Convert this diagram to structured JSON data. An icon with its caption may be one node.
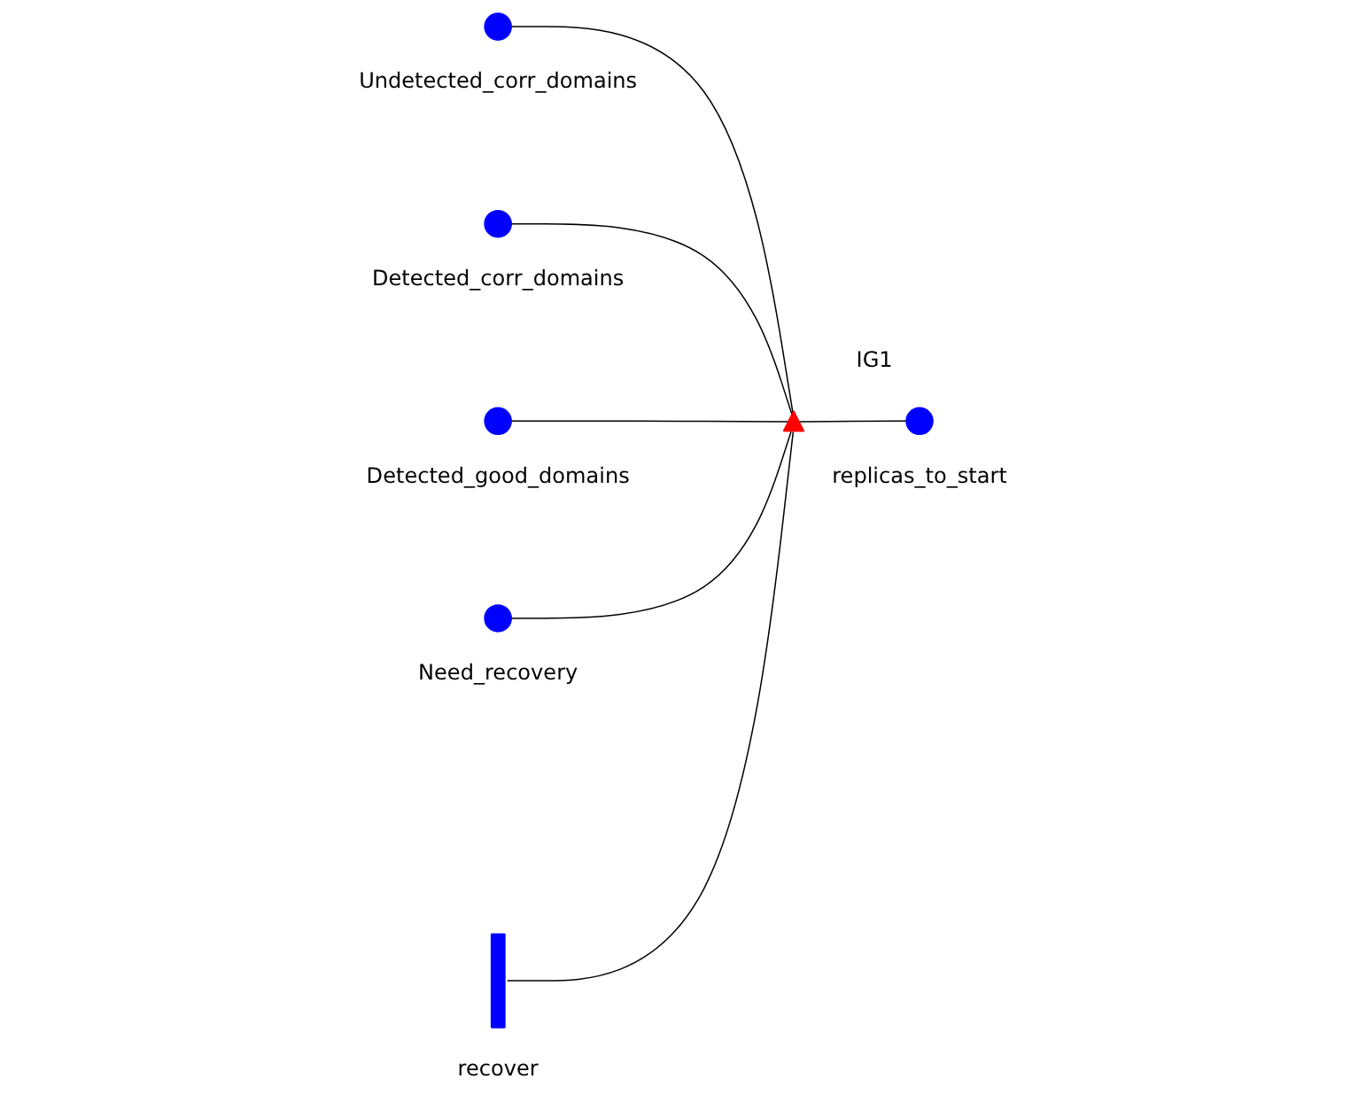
{
  "diagram": {
    "nodes": [
      {
        "text": [],
        "shape": "circle",
        "beside": [
          "Undetected_corr_domains"
        ]
      },
      {
        "text": [],
        "shape": "circle",
        "beside": [
          "Detected_corr_domains"
        ]
      },
      {
        "text": [],
        "shape": "circle",
        "beside": [
          "Detected_good_domains"
        ]
      },
      {
        "text": [],
        "shape": "circle",
        "beside": [
          "Need_recovery"
        ]
      },
      {
        "text": [],
        "shape": "triangle",
        "beside": [
          "IG1"
        ]
      },
      {
        "text": [],
        "shape": "bar",
        "beside": [
          "recover"
        ]
      },
      {
        "text": [],
        "shape": "circle",
        "beside": [
          "replicas_to_start"
        ]
      }
    ],
    "edges": [
      {
        "from": 0,
        "to": 4,
        "arrow": "none"
      },
      {
        "from": 1,
        "to": 4,
        "arrow": "none"
      },
      {
        "from": 2,
        "to": 4,
        "arrow": "none"
      },
      {
        "from": 3,
        "to": 4,
        "arrow": "none"
      },
      {
        "from": 5,
        "to": 4,
        "arrow": "none"
      },
      {
        "from": 4,
        "to": 6,
        "arrow": "none"
      }
    ]
  }
}
